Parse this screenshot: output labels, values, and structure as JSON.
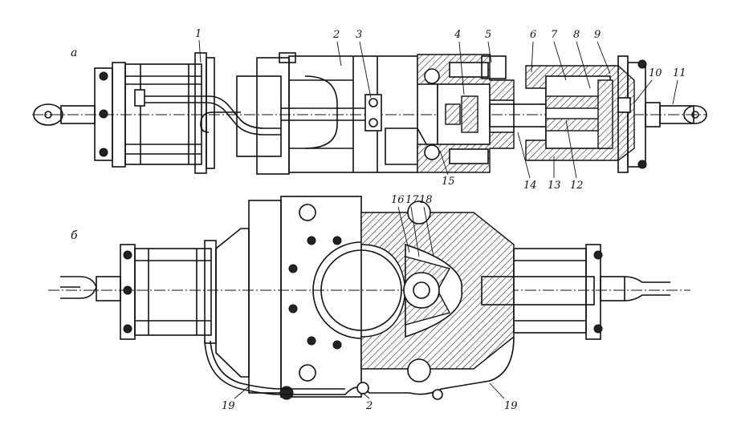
{
  "views": {
    "top": "а",
    "bottom": "б"
  },
  "callouts": {
    "top": [
      "1",
      "2",
      "3",
      "4",
      "5",
      "6",
      "7",
      "8",
      "9",
      "10",
      "11",
      "12",
      "13",
      "14",
      "15"
    ],
    "bottom": [
      "16",
      "17",
      "18",
      "19",
      "2",
      "19"
    ]
  }
}
